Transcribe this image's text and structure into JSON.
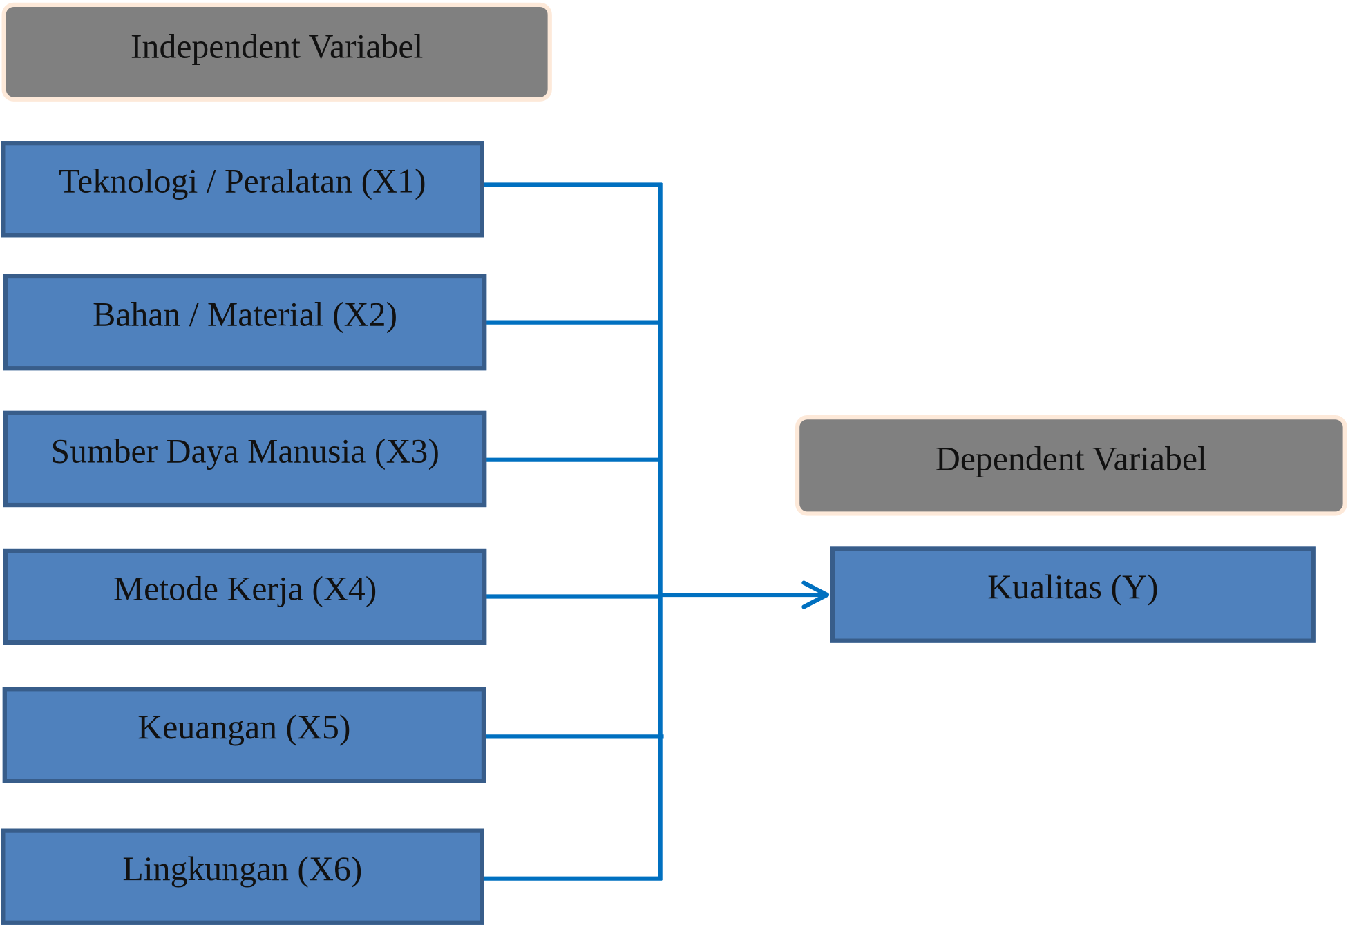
{
  "independent_header": "Independent Variabel",
  "dependent_header": "Dependent Variabel",
  "independent_variables": [
    "Teknologi / Peralatan (X1)",
    "Bahan / Material (X2)",
    "Sumber Daya Manusia (X3)",
    "Metode Kerja (X4)",
    "Keuangan (X5)",
    "Lingkungan (X6)"
  ],
  "dependent_variable": "Kualitas (Y)",
  "colors": {
    "box_fill": "#4f81bd",
    "box_border": "#385d8a",
    "header_fill": "#808080",
    "header_border": "#fde9d9",
    "connector": "#0070c0"
  }
}
